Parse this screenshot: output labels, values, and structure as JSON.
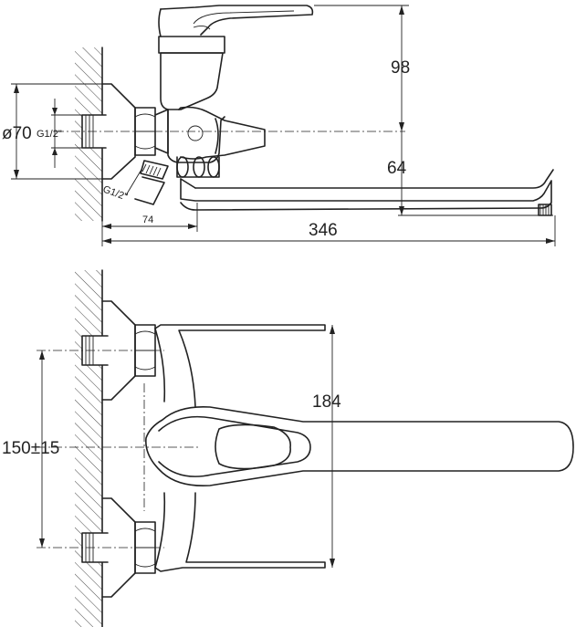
{
  "side_view": {
    "dim_height_top": "98",
    "dim_spout_height": "64",
    "dim_total_length": "346",
    "dim_wall_flange_diameter": "ø70",
    "thread_inlet": "G1/2\"",
    "thread_outlet": "G1/2\"",
    "dim_outlet_offset": "74"
  },
  "front_view": {
    "dim_spout_reach": "184",
    "dim_inlet_spacing": "150±15"
  }
}
